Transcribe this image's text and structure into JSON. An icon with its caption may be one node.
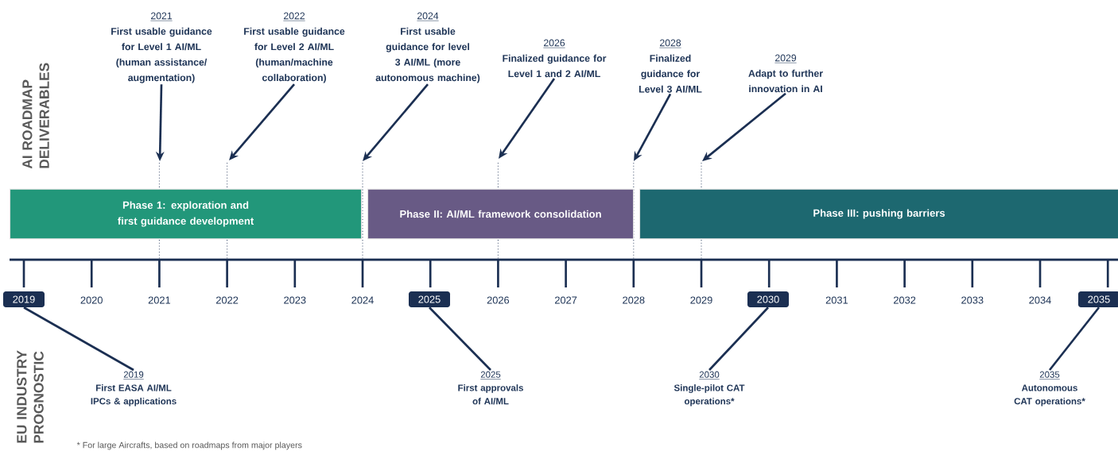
{
  "diagram": {
    "nodes": [
      {
        "text": [
          "2021",
          "First usable guidance for Level 1 AI/ML (human assistance/ augmentation)"
        ]
      },
      {
        "text": [
          "2022",
          "First usable guidance for Level 2 AI/ML (human/machine collaboration)"
        ]
      },
      {
        "text": [
          "2024",
          "First usable guidance for level 3 AI/ML (more autonomous machine)"
        ]
      },
      {
        "text": [
          "2026",
          "Finalized guidance for Level 1 and 2 AI/ML"
        ]
      },
      {
        "text": [
          "2028",
          "Finalized guidance for Level 3 AI/ML"
        ]
      },
      {
        "text": [
          "2029",
          "Adapt to further innovation in AI"
        ]
      },
      {
        "text": [
          "Phase 1: exploration and first guidance development"
        ]
      },
      {
        "text": [
          "Phase II: AI/ML framework consolidation"
        ]
      },
      {
        "text": [
          "Phase III: pushing barriers"
        ]
      },
      {
        "text": [
          "2019"
        ]
      },
      {
        "text": [
          "2025"
        ]
      },
      {
        "text": [
          "2030"
        ]
      },
      {
        "text": [
          "2035"
        ]
      },
      {
        "text": [
          "2019",
          "First EASA AI/ML IPCs & applications"
        ]
      },
      {
        "text": [
          "2025",
          "First approvals of AI/ML"
        ]
      },
      {
        "text": [
          "2030",
          "Single-pilot CAT operations*"
        ]
      },
      {
        "text": [
          "2035",
          "Autonomous CAT operations*"
        ]
      }
    ],
    "edges": [
      {
        "from": 0,
        "to": null,
        "arrow": "to"
      },
      {
        "from": 1,
        "to": null,
        "arrow": "to"
      },
      {
        "from": 2,
        "to": null,
        "arrow": "to"
      },
      {
        "from": 3,
        "to": null,
        "arrow": "to"
      },
      {
        "from": 4,
        "to": null,
        "arrow": "to"
      },
      {
        "from": 5,
        "to": null,
        "arrow": "to"
      },
      {
        "from": 9,
        "to": 13,
        "arrow": "none"
      },
      {
        "from": 10,
        "to": 14,
        "arrow": "none"
      },
      {
        "from": 11,
        "to": 15,
        "arrow": "none"
      },
      {
        "from": 12,
        "to": 16,
        "arrow": "none"
      }
    ],
    "labels": [
      "AI ROADMAP DELIVERABLES",
      "2020",
      "2021",
      "2022",
      "2023",
      "2024",
      "2026",
      "2027",
      "2028",
      "2029",
      "2031",
      "2032",
      "2033",
      "2034",
      "EU INDUSTRY PROGNOSTIC",
      "* For large Aircrafts, based on roadmaps from major players"
    ]
  }
}
